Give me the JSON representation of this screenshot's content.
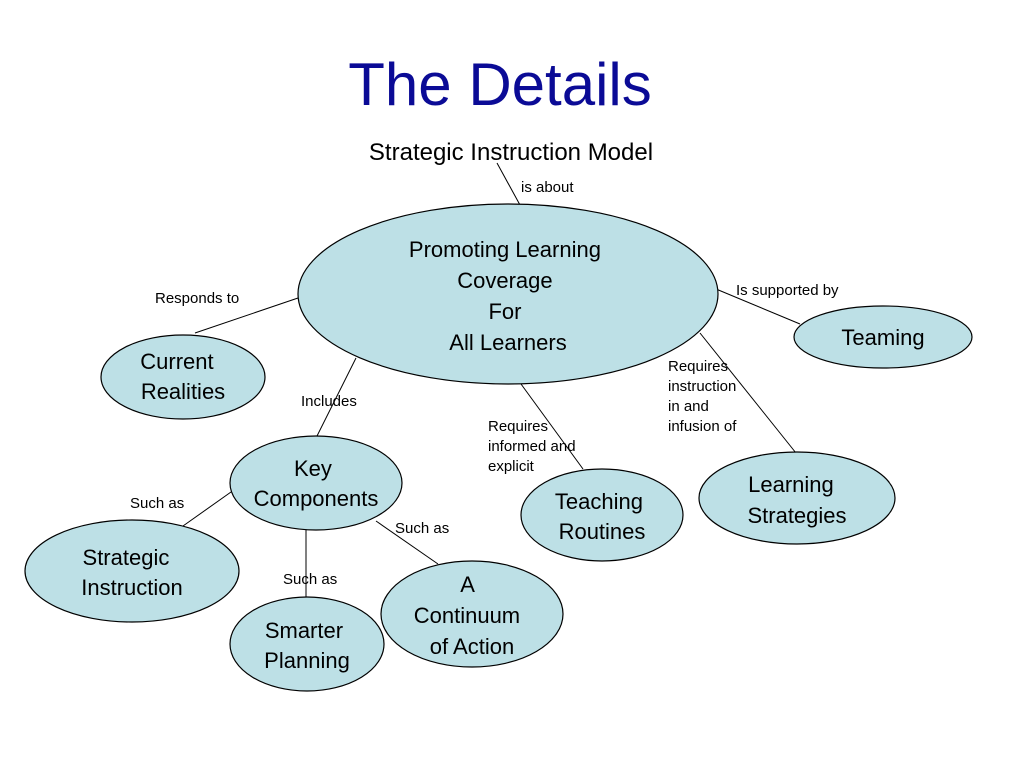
{
  "title": "The Details",
  "root": "Strategic Instruction Model",
  "nodes": {
    "central": [
      "Promoting Learning",
      "Coverage",
      "For",
      "All Learners"
    ],
    "teaming": [
      "Teaming"
    ],
    "current_realities": [
      "Current",
      "Realities"
    ],
    "key_components": [
      "Key",
      "Components"
    ],
    "teaching_routines": [
      "Teaching",
      "Routines"
    ],
    "learning_strategies": [
      "Learning",
      "Strategies"
    ],
    "strategic_instruction": [
      "Strategic",
      "Instruction"
    ],
    "smarter_planning": [
      "Smarter",
      "Planning"
    ],
    "continuum": [
      "A",
      "Continuum",
      "of Action"
    ]
  },
  "links": {
    "is_about": [
      "is about"
    ],
    "responds_to": [
      "Responds to"
    ],
    "is_supported_by": [
      "Is supported by"
    ],
    "includes": [
      "Includes"
    ],
    "requires_informed": [
      "Requires",
      "informed and",
      "explicit"
    ],
    "requires_instruction": [
      "Requires",
      "instruction",
      "in and",
      "infusion of"
    ],
    "such_as_left": [
      "Such as"
    ],
    "such_as_right": [
      "Such as"
    ],
    "such_as_bottom": [
      "Such as"
    ]
  },
  "colors": {
    "title": "#0b0b96",
    "node_fill": "#bde0e6"
  }
}
